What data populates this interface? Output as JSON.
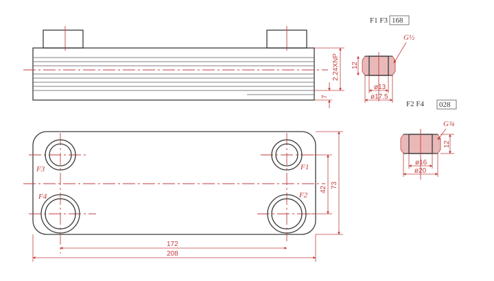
{
  "side_view": {
    "height_dim": "2.24XNP",
    "thickness_dim": "7"
  },
  "plate_view": {
    "ports": {
      "top_left": "F3",
      "top_right": "F1",
      "bottom_left": "F4",
      "bottom_right": "F2"
    },
    "dims": {
      "inner_width": "172",
      "outer_width": "208",
      "inner_height": "42",
      "outer_height": "73"
    }
  },
  "fitting_small": {
    "ports_label": "F1 F3",
    "code": "168",
    "thread": "G½",
    "height": "12",
    "inner_dia": "ø13",
    "outer_dia": "ø17.5"
  },
  "fitting_large": {
    "ports_label": "F2  F4",
    "code": "028",
    "thread": "G¾",
    "height": "12",
    "inner_dia": "ø16",
    "outer_dia": "ø20"
  }
}
